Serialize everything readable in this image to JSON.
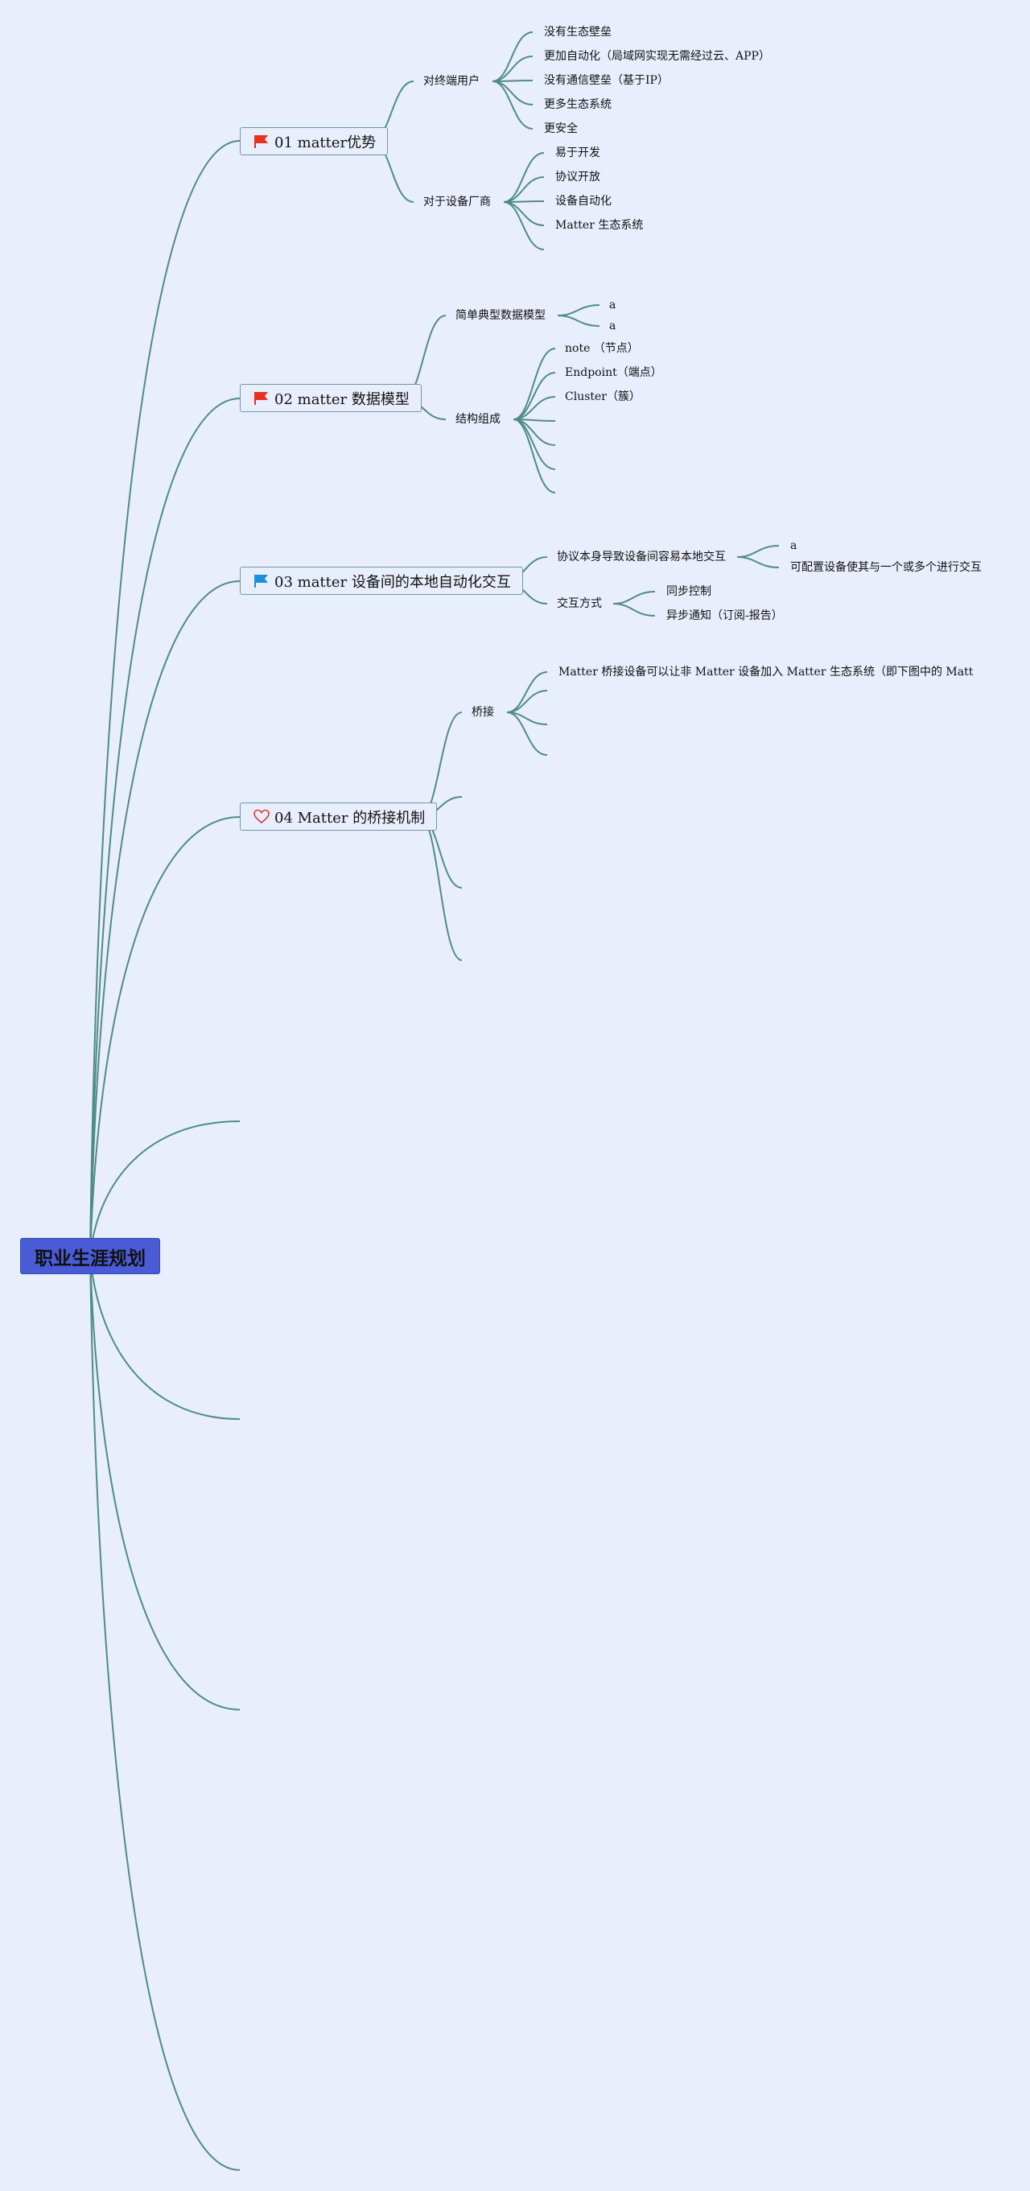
{
  "root": {
    "label": "职业生涯规划"
  },
  "topics": [
    {
      "label": "01 matter优势",
      "icon": "red-flag-icon",
      "color": "#e8311f"
    },
    {
      "label": "02 matter 数据模型",
      "icon": "red-flag-icon",
      "color": "#e8311f"
    },
    {
      "label": "03 matter 设备间的本地自动化交互",
      "icon": "blue-flag-icon",
      "color": "#1b8fd8"
    },
    {
      "label": "04 Matter 的桥接机制",
      "icon": "heart-icon",
      "color": "#e03434"
    }
  ],
  "t1": {
    "end_user": "对终端用户",
    "end_user_items": [
      "没有生态壁垒",
      "更加自动化（局域网实现无需经过云、APP）",
      "没有通信壁垒（基于IP）",
      "更多生态系统",
      "更安全"
    ],
    "vendor": "对于设备厂商",
    "vendor_items": [
      "易于开发",
      "协议开放",
      "设备自动化",
      "Matter 生态系统"
    ]
  },
  "t2": {
    "simple_model": "简单典型数据模型",
    "simple_items": [
      "a",
      "a"
    ],
    "structure": "结构组成",
    "structure_items": [
      "note （节点）",
      "Endpoint（端点）",
      "Cluster（簇）"
    ]
  },
  "t3": {
    "protocol": "协议本身导致设备间容易本地交互",
    "protocol_items": [
      "a",
      "可配置设备使其与一个或多个进行交互"
    ],
    "mode": "交互方式",
    "mode_items": [
      "同步控制",
      "异步通知（订阅-报告）"
    ]
  },
  "t4": {
    "bridge": "桥接",
    "bridge_items": [
      "Matter 桥接设备可以让非 Matter 设备加入 Matter 生态系统（即下图中的 Matt"
    ]
  },
  "colors": {
    "background": "#e9eefc",
    "connector": "#4f8c86",
    "root_fill": "#4a5bd6",
    "topic_border": "#6f9a9a"
  }
}
